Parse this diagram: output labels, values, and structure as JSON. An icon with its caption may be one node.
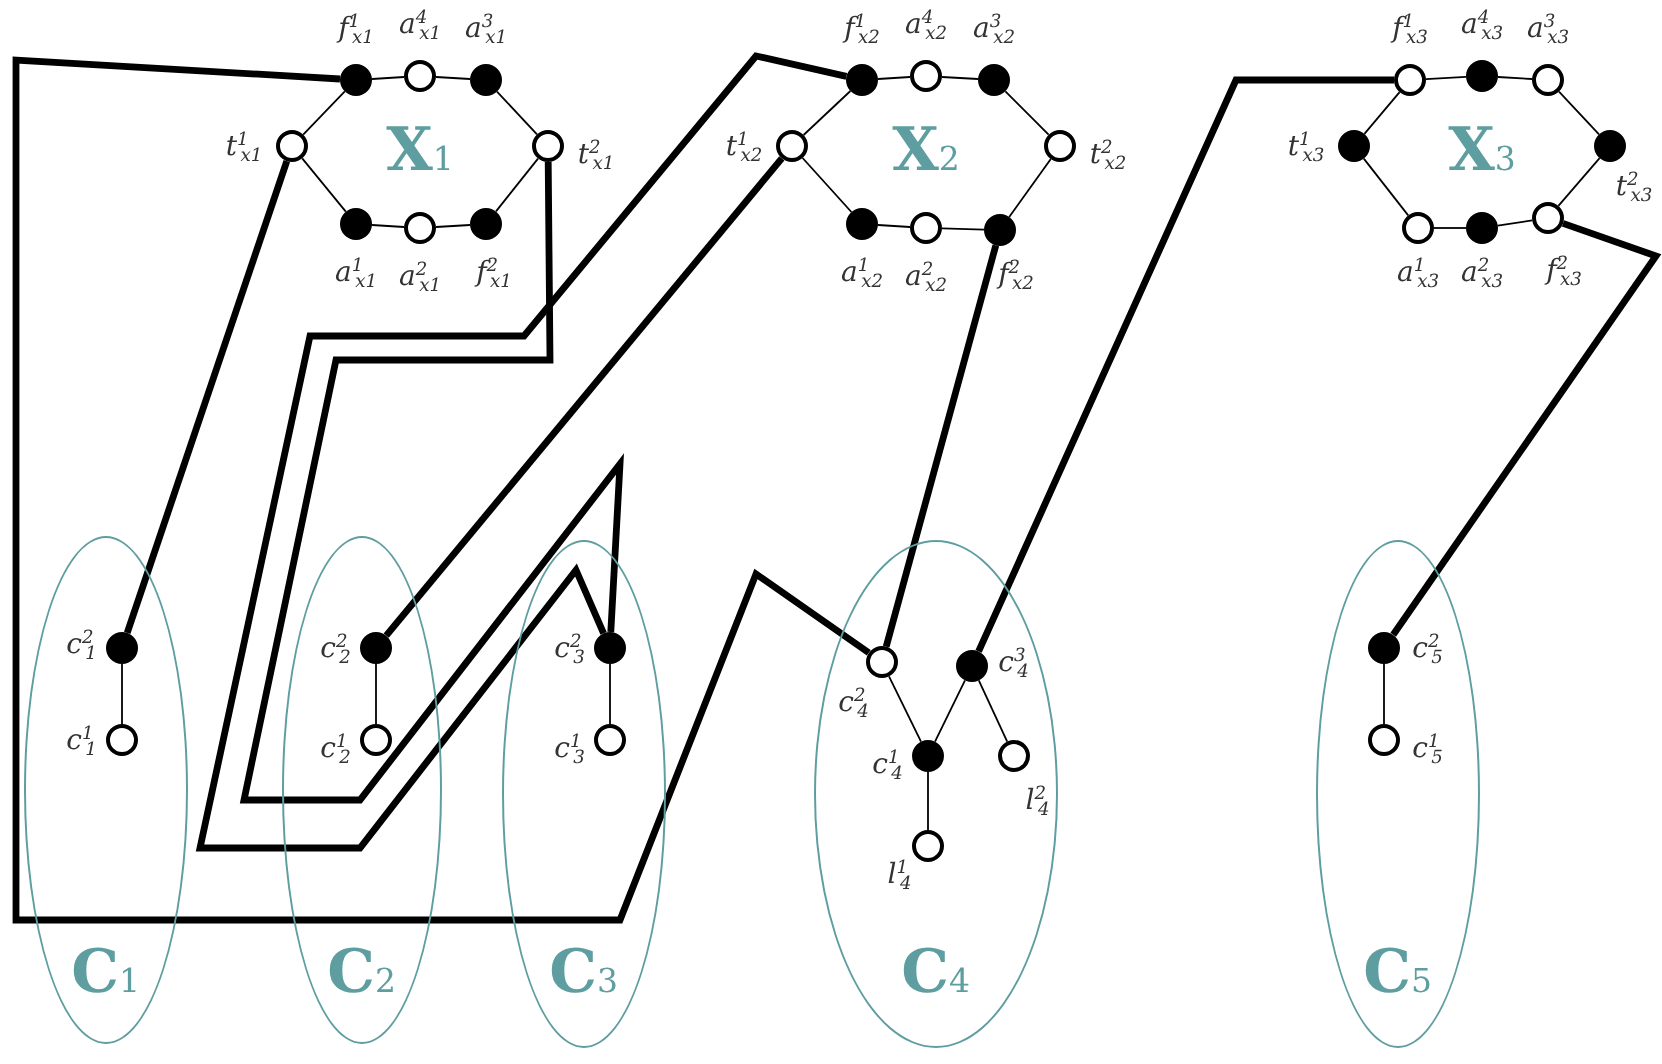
{
  "diagram": {
    "nodes": [
      {
        "text": [],
        "shape": "circle",
        "beside": [
          "f$^{1}$$_{x1}$"
        ]
      },
      {
        "text": [],
        "shape": "circle",
        "beside": [
          "a$^{4}$$_{x1}$"
        ]
      },
      {
        "text": [],
        "shape": "circle",
        "beside": [
          "a$^{3}$$_{x1}$"
        ]
      },
      {
        "text": [],
        "shape": "circle",
        "beside": [
          "t$^{1}$$_{x1}$"
        ]
      },
      {
        "text": [],
        "shape": "circle",
        "beside": [
          "t$^{2}$$_{x1}$"
        ]
      },
      {
        "text": [],
        "shape": "circle",
        "beside": [
          "a$^{1}$$_{x1}$"
        ]
      },
      {
        "text": [],
        "shape": "circle",
        "beside": [
          "a$^{2}$$_{x1}$"
        ]
      },
      {
        "text": [],
        "shape": "circle",
        "beside": [
          "f$^{2}$$_{x1}$"
        ]
      },
      {
        "text": [],
        "shape": "circle",
        "beside": [
          "f$^{1}$$_{x2}$"
        ]
      },
      {
        "text": [],
        "shape": "circle",
        "beside": [
          "a$^{4}$$_{x2}$"
        ]
      },
      {
        "text": [],
        "shape": "circle",
        "beside": [
          "a$^{3}$$_{x2}$"
        ]
      },
      {
        "text": [],
        "shape": "circle",
        "beside": [
          "t$^{1}$$_{x2}$"
        ]
      },
      {
        "text": [],
        "shape": "circle",
        "beside": [
          "t$^{2}$$_{x2}$"
        ]
      },
      {
        "text": [],
        "shape": "circle",
        "beside": [
          "a$^{1}$$_{x2}$"
        ]
      },
      {
        "text": [],
        "shape": "circle",
        "beside": [
          "a$^{2}$$_{x2}$"
        ]
      },
      {
        "text": [],
        "shape": "circle",
        "beside": [
          "f$^{2}$$_{x2}$"
        ]
      },
      {
        "text": [],
        "shape": "circle",
        "beside": [
          "f$^{1}$$_{x3}$"
        ]
      },
      {
        "text": [],
        "shape": "circle",
        "beside": [
          "a$^{4}$$_{x3}$"
        ]
      },
      {
        "text": [],
        "shape": "circle",
        "beside": [
          "a$^{3}$$_{x3}$"
        ]
      },
      {
        "text": [],
        "shape": "circle",
        "beside": [
          "t$^{1}$$_{x3}$"
        ]
      },
      {
        "text": [],
        "shape": "circle",
        "beside": [
          "t$^{2}$$_{x3}$"
        ]
      },
      {
        "text": [],
        "shape": "circle",
        "beside": [
          "a$^{1}$$_{x3}$"
        ]
      },
      {
        "text": [],
        "shape": "circle",
        "beside": [
          "a$^{2}$$_{x3}$"
        ]
      },
      {
        "text": [],
        "shape": "circle",
        "beside": [
          "f$^{2}$$_{x3}$"
        ]
      },
      {
        "text": [
          "C$_{1}$"
        ]
      },
      {
        "text": [],
        "shape": "circle",
        "beside": [
          "c$^{2}$$_{1}$"
        ],
        "in": 24
      },
      {
        "text": [],
        "shape": "circle",
        "beside": [
          "c$^{1}$$_{1}$"
        ],
        "in": 24
      },
      {
        "text": [
          "C$_{2}$"
        ]
      },
      {
        "text": [],
        "shape": "circle",
        "beside": [
          "c$^{2}$$_{2}$"
        ],
        "in": 27
      },
      {
        "text": [],
        "shape": "circle",
        "beside": [
          "c$^{1}$$_{2}$"
        ],
        "in": 27
      },
      {
        "text": [
          "C$_{3}$"
        ]
      },
      {
        "text": [],
        "shape": "circle",
        "beside": [
          "c$^{2}$$_{3}$"
        ],
        "in": 30
      },
      {
        "text": [],
        "shape": "circle",
        "beside": [
          "c$^{1}$$_{3}$"
        ],
        "in": 30
      },
      {
        "text": [
          "C$_{4}$"
        ]
      },
      {
        "text": [],
        "shape": "circle",
        "beside": [
          "c$^{2}$$_{4}$"
        ],
        "in": 33
      },
      {
        "text": [],
        "shape": "circle",
        "beside": [
          "c$^{3}$$_{4}$"
        ],
        "in": 33
      },
      {
        "text": [],
        "shape": "circle",
        "beside": [
          "c$^{1}$$_{4}$"
        ],
        "in": 33
      },
      {
        "text": [],
        "shape": "circle",
        "beside": [
          "l$^{2}$$_{4}$"
        ],
        "in": 33
      },
      {
        "text": [],
        "shape": "circle",
        "beside": [
          "l$^{1}$$_{4}$"
        ],
        "in": 33
      },
      {
        "text": [
          "C$_{5}$"
        ]
      },
      {
        "text": [],
        "shape": "circle",
        "beside": [
          "c$^{2}$$_{5}$"
        ],
        "in": 39
      },
      {
        "text": [],
        "shape": "circle",
        "beside": [
          "c$^{1}$$_{5}$"
        ],
        "in": 39
      }
    ],
    "edges": [
      {
        "from": 0,
        "to": 1,
        "arrow": "none"
      },
      {
        "from": 1,
        "to": 2,
        "arrow": "none"
      },
      {
        "from": 2,
        "to": 4,
        "arrow": "none"
      },
      {
        "from": 4,
        "to": 7,
        "arrow": "none"
      },
      {
        "from": 7,
        "to": 6,
        "arrow": "none"
      },
      {
        "from": 6,
        "to": 5,
        "arrow": "none"
      },
      {
        "from": 5,
        "to": 3,
        "arrow": "none"
      },
      {
        "from": 3,
        "to": 0,
        "arrow": "none"
      },
      {
        "from": 8,
        "to": 9,
        "arrow": "none"
      },
      {
        "from": 9,
        "to": 10,
        "arrow": "none"
      },
      {
        "from": 10,
        "to": 12,
        "arrow": "none"
      },
      {
        "from": 12,
        "to": 15,
        "arrow": "none"
      },
      {
        "from": 15,
        "to": 14,
        "arrow": "none"
      },
      {
        "from": 14,
        "to": 13,
        "arrow": "none"
      },
      {
        "from": 13,
        "to": 11,
        "arrow": "none"
      },
      {
        "from": 11,
        "to": 8,
        "arrow": "none"
      },
      {
        "from": 16,
        "to": 17,
        "arrow": "none"
      },
      {
        "from": 17,
        "to": 18,
        "arrow": "none"
      },
      {
        "from": 18,
        "to": 20,
        "arrow": "none"
      },
      {
        "from": 20,
        "to": 23,
        "arrow": "none"
      },
      {
        "from": 23,
        "to": 22,
        "arrow": "none"
      },
      {
        "from": 22,
        "to": 21,
        "arrow": "none"
      },
      {
        "from": 21,
        "to": 19,
        "arrow": "none"
      },
      {
        "from": 19,
        "to": 16,
        "arrow": "none"
      },
      {
        "from": 25,
        "to": 26,
        "arrow": "none"
      },
      {
        "from": 28,
        "to": 29,
        "arrow": "none"
      },
      {
        "from": 31,
        "to": 32,
        "arrow": "none"
      },
      {
        "from": 34,
        "to": 36,
        "arrow": "none"
      },
      {
        "from": 35,
        "to": 36,
        "arrow": "none"
      },
      {
        "from": 35,
        "to": 37,
        "arrow": "none"
      },
      {
        "from": 36,
        "to": 38,
        "arrow": "none"
      },
      {
        "from": 40,
        "to": 41,
        "arrow": "none"
      },
      {
        "from": 0,
        "to": 34,
        "arrow": "none",
        "style": "thick"
      },
      {
        "from": 3,
        "to": 25,
        "arrow": "none",
        "style": "thick"
      },
      {
        "from": 4,
        "to": 31,
        "arrow": "none",
        "style": "thick"
      },
      {
        "from": 8,
        "to": 31,
        "arrow": "none",
        "style": "thick"
      },
      {
        "from": 11,
        "to": 28,
        "arrow": "none",
        "style": "thick"
      },
      {
        "from": 15,
        "to": 34,
        "arrow": "none",
        "style": "thick"
      },
      {
        "from": 16,
        "to": 35,
        "arrow": "none",
        "style": "thick"
      },
      {
        "from": 23,
        "to": 40,
        "arrow": "none",
        "style": "thick"
      }
    ],
    "labels": [
      "X$_{1}$",
      "X$_{2}$",
      "X$_{3}$"
    ]
  }
}
